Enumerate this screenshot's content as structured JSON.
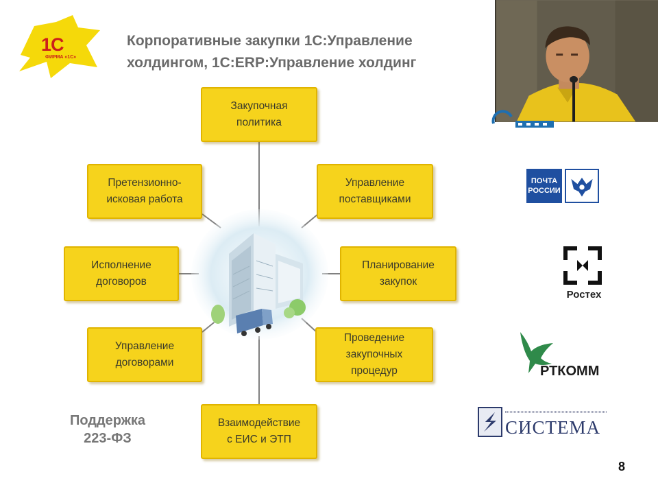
{
  "logo": {
    "text": "1С",
    "subtitle": "ФИРМА «1С»"
  },
  "title": {
    "line1": "Корпоративные закупки 1С:Управление",
    "line2": "холдингом, 1С:ERP:Управление холдинг"
  },
  "diagram": {
    "center": "building-with-truck",
    "nodes": {
      "purchase_policy": [
        "Закупочная",
        "политика"
      ],
      "claims": [
        "Претензионно-",
        "исковая работа"
      ],
      "suppliers": [
        "Управление",
        "поставщиками"
      ],
      "execution": [
        "Исполнение",
        "договоров"
      ],
      "planning": [
        "Планирование",
        "закупок"
      ],
      "contracts": [
        "Управление",
        "договорами"
      ],
      "procedures": [
        "Проведение",
        "закупочных",
        "процедур"
      ],
      "eis": [
        "Взаимодействие",
        "с ЕИС и ЭТП"
      ]
    }
  },
  "support": {
    "line1": "Поддержка",
    "line2": "223-ФЗ"
  },
  "clients": {
    "pochta": "ПОЧТА РОССИИ",
    "rostec": "Ростех",
    "rtkomm": "РТКОММ",
    "sistema": "СИСТЕМА"
  },
  "page_number": "8",
  "colors": {
    "node_fill": "#f6d31c",
    "node_border": "#e0b400",
    "connector": "#808080",
    "title": "#6a6a6a",
    "logo_red": "#cc1f1a"
  }
}
